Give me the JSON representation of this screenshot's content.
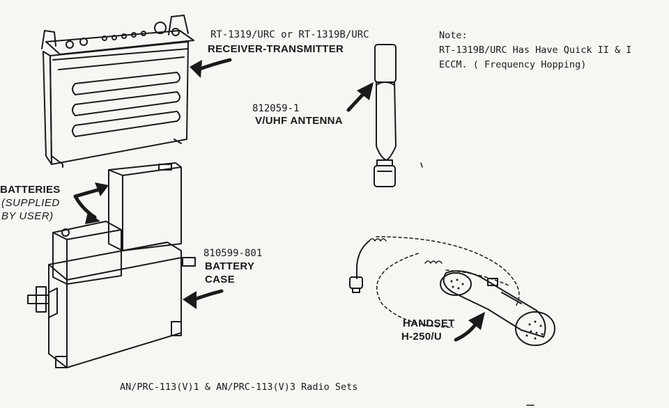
{
  "labels": {
    "rt_model": "RT-1319/URC or RT-1319B/URC",
    "rt_name": "RECEIVER-TRANSMITTER",
    "antenna_part": "812059-1",
    "antenna_name": "V/UHF ANTENNA",
    "batteries": "BATTERIES",
    "batteries_sub1": "(SUPPLIED",
    "batteries_sub2": "BY USER)",
    "case_part": "810599-801",
    "case_name1": "BATTERY",
    "case_name2": "CASE",
    "handset_name": "HANDSET",
    "handset_model": "H-250/U"
  },
  "note": {
    "title": "Note:",
    "line1": "RT-1319B/URC Has Have Quick II & I",
    "line2": "ECCM. ( Frequency Hopping)"
  },
  "caption": "AN/PRC-113(V)1 & AN/PRC-113(V)3 Radio Sets",
  "colors": {
    "ink": "#1a1a1a",
    "paper": "#f7f6f2"
  }
}
